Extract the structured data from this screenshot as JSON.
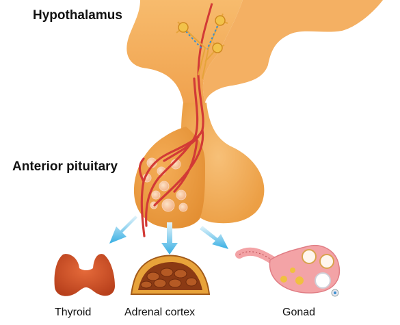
{
  "labels": {
    "hypothalamus": "Hypothalamus",
    "anterior_pituitary": "Anterior pituitary",
    "thyroid": "Thyroid",
    "adrenal_cortex": "Adrenal cortex",
    "gonad": "Gonad"
  },
  "colors": {
    "hypothalamus": "#f6b565",
    "pituitary_anterior": "#f0a44c",
    "pituitary_posterior": "#f4b866",
    "vessel": "#d23a36",
    "arrow": "#3fb4e6",
    "thyroid": "#d9572a",
    "adrenal_outer": "#e8a33a",
    "adrenal_inner": "#8b3a14",
    "gonad": "#f3a3a6"
  },
  "icons": [
    "neuron-icon",
    "arrow-down-left-icon",
    "arrow-down-icon",
    "arrow-down-right-icon"
  ]
}
